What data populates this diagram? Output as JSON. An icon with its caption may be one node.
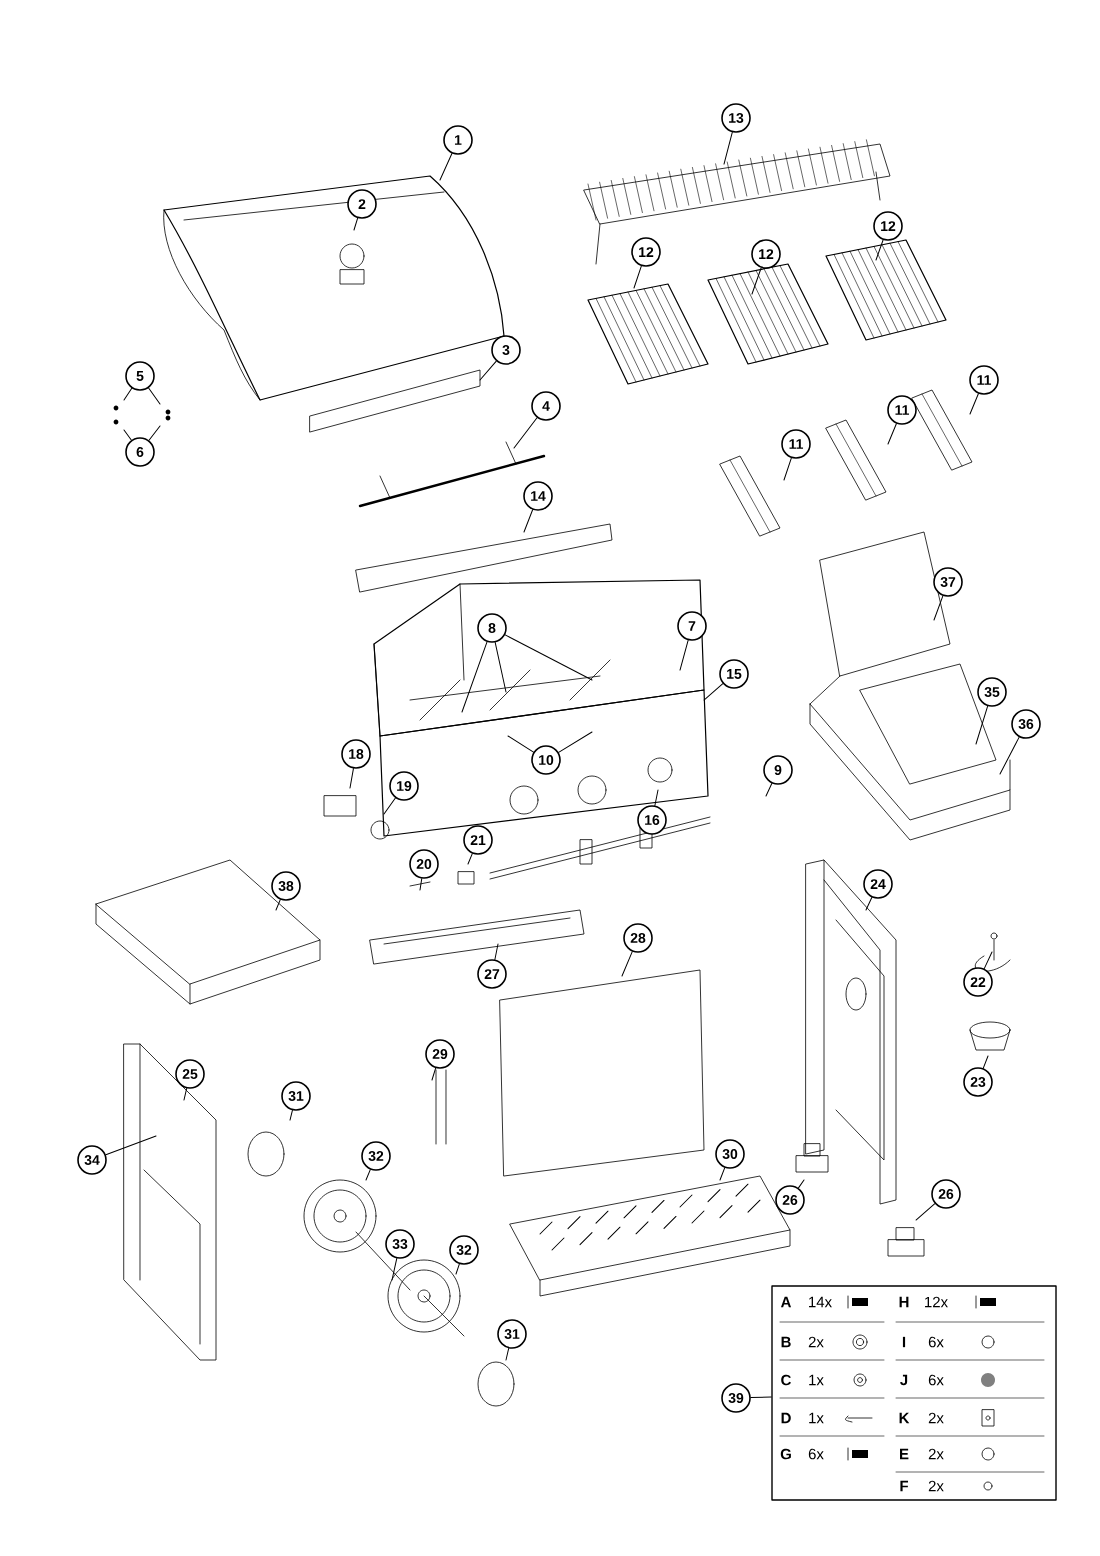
{
  "diagram": {
    "nodes": [
      {
        "text": [
          "1"
        ]
      },
      {
        "text": [
          "2"
        ]
      },
      {
        "text": [
          "3"
        ]
      },
      {
        "text": [
          "4"
        ]
      },
      {
        "text": [
          "14"
        ]
      },
      {
        "text": [
          "5"
        ]
      },
      {
        "text": [
          "6"
        ]
      },
      {
        "text": [
          "13"
        ]
      },
      {
        "text": [
          "12"
        ]
      },
      {
        "text": [
          "12"
        ]
      },
      {
        "text": [
          "12"
        ]
      },
      {
        "text": [
          "11"
        ]
      },
      {
        "text": [
          "11"
        ]
      },
      {
        "text": [
          "11"
        ]
      },
      {
        "text": [
          "7"
        ]
      },
      {
        "text": [
          "15"
        ]
      },
      {
        "text": [
          "37"
        ]
      },
      {
        "text": [
          "35"
        ]
      },
      {
        "text": [
          "36"
        ]
      },
      {
        "text": [
          "8"
        ]
      },
      {
        "text": [
          "10"
        ]
      },
      {
        "text": [
          "9"
        ]
      },
      {
        "text": [
          "16"
        ]
      },
      {
        "text": [
          "18"
        ]
      },
      {
        "text": [
          "19"
        ]
      },
      {
        "text": [
          "20"
        ]
      },
      {
        "text": [
          "21"
        ]
      },
      {
        "text": [
          "38"
        ]
      },
      {
        "text": [
          "27"
        ]
      },
      {
        "text": [
          "28"
        ]
      },
      {
        "text": [
          "24"
        ]
      },
      {
        "text": [
          "22"
        ]
      },
      {
        "text": [
          "23"
        ]
      },
      {
        "text": [
          "29"
        ]
      },
      {
        "text": [
          "25"
        ]
      },
      {
        "text": [
          "31"
        ]
      },
      {
        "text": [
          "34"
        ]
      },
      {
        "text": [
          "32"
        ]
      },
      {
        "text": [
          "30"
        ]
      },
      {
        "text": [
          "26"
        ]
      },
      {
        "text": [
          "26"
        ]
      },
      {
        "text": [
          "33"
        ]
      },
      {
        "text": [
          "32"
        ]
      },
      {
        "text": [
          "31"
        ]
      },
      {
        "text": [
          "39"
        ]
      },
      {
        "text": [],
        "shape": "box"
      }
    ],
    "edges": [
      {
        "from": 0,
        "to": null,
        "arrow": "none"
      },
      {
        "from": 1,
        "to": null,
        "arrow": "none"
      },
      {
        "from": 2,
        "to": null,
        "arrow": "none"
      },
      {
        "from": 3,
        "to": null,
        "arrow": "none"
      },
      {
        "from": 4,
        "to": null,
        "arrow": "none"
      },
      {
        "from": 5,
        "to": null,
        "arrow": "none"
      },
      {
        "from": 6,
        "to": null,
        "arrow": "none"
      },
      {
        "from": 7,
        "to": null,
        "arrow": "none"
      },
      {
        "from": 8,
        "to": null,
        "arrow": "none"
      },
      {
        "from": 9,
        "to": null,
        "arrow": "none"
      },
      {
        "from": 10,
        "to": null,
        "arrow": "none"
      },
      {
        "from": 11,
        "to": null,
        "arrow": "none"
      },
      {
        "from": 12,
        "to": null,
        "arrow": "none"
      },
      {
        "from": 13,
        "to": null,
        "arrow": "none"
      },
      {
        "from": 14,
        "to": null,
        "arrow": "none"
      },
      {
        "from": 15,
        "to": null,
        "arrow": "none"
      },
      {
        "from": 16,
        "to": null,
        "arrow": "none"
      },
      {
        "from": 17,
        "to": null,
        "arrow": "none"
      },
      {
        "from": 18,
        "to": null,
        "arrow": "none"
      },
      {
        "from": 19,
        "to": null,
        "arrow": "none"
      },
      {
        "from": 20,
        "to": null,
        "arrow": "none"
      },
      {
        "from": 21,
        "to": null,
        "arrow": "none"
      },
      {
        "from": 22,
        "to": null,
        "arrow": "none"
      },
      {
        "from": 23,
        "to": null,
        "arrow": "none"
      },
      {
        "from": 24,
        "to": null,
        "arrow": "none"
      },
      {
        "from": 25,
        "to": null,
        "arrow": "none"
      },
      {
        "from": 26,
        "to": null,
        "arrow": "none"
      },
      {
        "from": 27,
        "to": null,
        "arrow": "none"
      },
      {
        "from": 28,
        "to": null,
        "arrow": "none"
      },
      {
        "from": 29,
        "to": null,
        "arrow": "none"
      },
      {
        "from": 30,
        "to": null,
        "arrow": "none"
      },
      {
        "from": 31,
        "to": null,
        "arrow": "none"
      },
      {
        "from": 32,
        "to": null,
        "arrow": "none"
      },
      {
        "from": 33,
        "to": null,
        "arrow": "none"
      },
      {
        "from": 34,
        "to": null,
        "arrow": "none"
      },
      {
        "from": 35,
        "to": null,
        "arrow": "none"
      },
      {
        "from": 36,
        "to": null,
        "arrow": "none"
      },
      {
        "from": 37,
        "to": null,
        "arrow": "none"
      },
      {
        "from": 38,
        "to": null,
        "arrow": "none"
      },
      {
        "from": 39,
        "to": null,
        "arrow": "none"
      },
      {
        "from": 40,
        "to": null,
        "arrow": "none"
      },
      {
        "from": 41,
        "to": null,
        "arrow": "none"
      },
      {
        "from": 42,
        "to": null,
        "arrow": "none"
      },
      {
        "from": 43,
        "to": null,
        "arrow": "none"
      },
      {
        "from": 5,
        "to": null,
        "arrow": "none"
      },
      {
        "from": 6,
        "to": null,
        "arrow": "none"
      },
      {
        "from": 19,
        "to": null,
        "arrow": "none"
      },
      {
        "from": 19,
        "to": null,
        "arrow": "none"
      },
      {
        "from": 20,
        "to": null,
        "arrow": "none"
      },
      {
        "from": 44,
        "to": 45,
        "arrow": "none"
      }
    ],
    "labels": [
      "A",
      "14x",
      "H",
      "12x",
      "B",
      "2x",
      "I",
      "6x",
      "C",
      "1x",
      "J",
      "6x",
      "D",
      "1x",
      "K",
      "2x",
      "G",
      "6x",
      "E",
      "2x",
      "F",
      "2x"
    ]
  }
}
